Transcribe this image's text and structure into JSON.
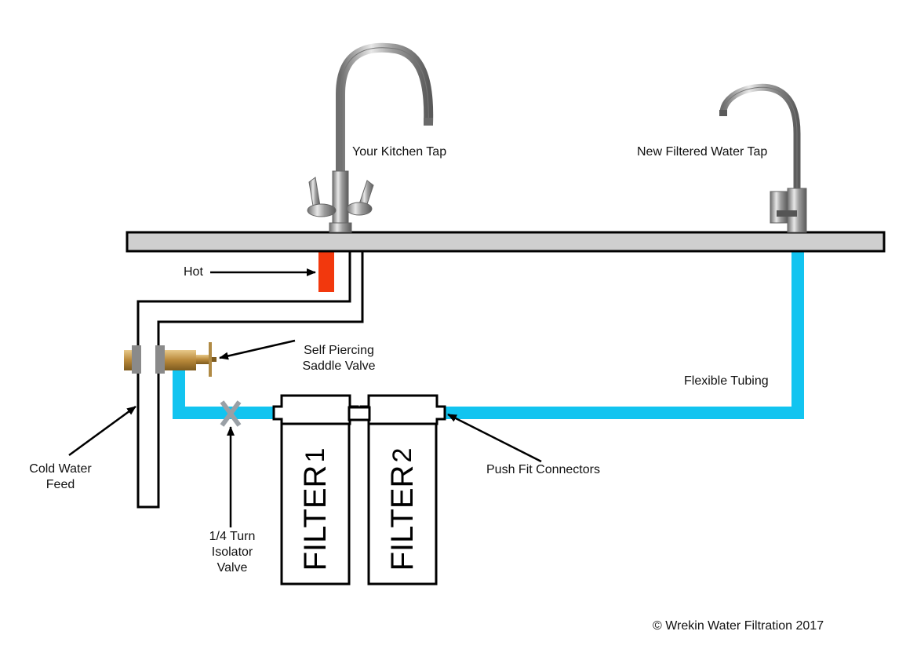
{
  "labels": {
    "kitchen_tap": "Your Kitchen Tap",
    "filtered_tap": "New Filtered Water Tap",
    "hot": "Hot",
    "saddle_valve": "Self Piercing\nSaddle Valve",
    "flexible_tubing": "Flexible Tubing",
    "cold_feed": "Cold Water\nFeed",
    "isolator_valve": "1/4 Turn\nIsolator\nValve",
    "push_fit": "Push Fit Connectors",
    "copyright": "© Wrekin Water Filtration 2017"
  },
  "filters": [
    {
      "number": "1",
      "text": "FILTER"
    },
    {
      "number": "2",
      "text": "FILTER"
    }
  ],
  "colors": {
    "tubing": "#12c4f0",
    "hot_pipe": "#f2380d",
    "worktop": "#cfcfcf",
    "brass": "#c49a4a",
    "chrome": "#9a9a9a",
    "valve": "#9aa0a6"
  },
  "icons": [
    "kitchen-tap-icon",
    "filtered-tap-icon",
    "saddle-valve-icon",
    "isolator-valve-icon"
  ]
}
